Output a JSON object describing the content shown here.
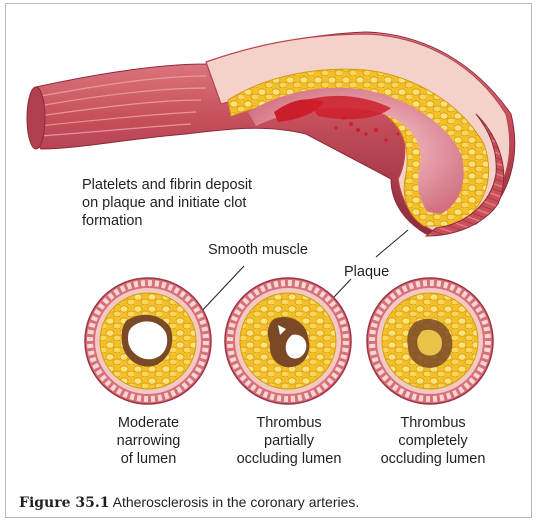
{
  "labels": {
    "platelets": [
      "Platelets and fibrin deposit",
      "on plaque and initiate clot",
      "formation"
    ],
    "smooth_muscle": "Smooth muscle",
    "plaque": "Plaque"
  },
  "cross_sections": [
    {
      "caption": [
        "Moderate",
        "narrowing",
        "of lumen"
      ]
    },
    {
      "caption": [
        "Thrombus",
        "partially",
        "occluding lumen"
      ]
    },
    {
      "caption": [
        "Thrombus",
        "completely",
        "occluding lumen"
      ]
    }
  ],
  "figure_caption": {
    "number": "Figure 35.1",
    "text": "Atherosclerosis in the coronary arteries."
  },
  "colors": {
    "muscle": "#c8505a",
    "muscle_light": "#e88a8a",
    "plaque": "#f2c22e",
    "plaque_light": "#fbe58a",
    "intima": "#f3c9c4",
    "clot": "#7a4a26",
    "frame": "#b9b9b9"
  }
}
